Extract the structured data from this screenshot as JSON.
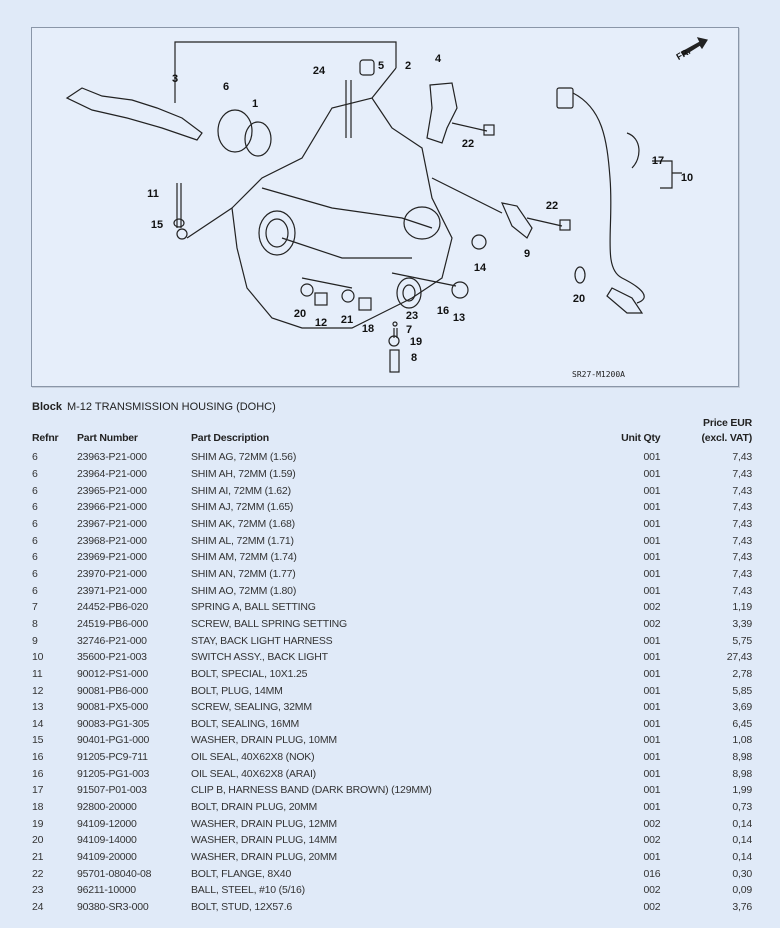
{
  "diagram": {
    "code": "SR27-M1200A",
    "direction_label": "FR.",
    "callouts": [
      "3",
      "6",
      "1",
      "24",
      "5",
      "2",
      "4",
      "22",
      "17",
      "10",
      "11",
      "15",
      "22",
      "9",
      "14",
      "20",
      "20",
      "12",
      "21",
      "18",
      "23",
      "16",
      "13",
      "7",
      "19",
      "8"
    ]
  },
  "block": {
    "label": "Block",
    "title": "M-12 TRANSMISSION HOUSING (DOHC)"
  },
  "table": {
    "headers": {
      "refnr": "Refnr",
      "part_number": "Part Number",
      "description": "Part Description",
      "unit_qty": "Unit Qty",
      "price_line1": "Price EUR",
      "price_line2": "(excl. VAT)"
    },
    "rows": [
      [
        "6",
        "23963-P21-000",
        "SHIM AG, 72MM (1.56)",
        "001",
        "7,43"
      ],
      [
        "6",
        "23964-P21-000",
        "SHIM AH, 72MM (1.59)",
        "001",
        "7,43"
      ],
      [
        "6",
        "23965-P21-000",
        "SHIM AI, 72MM (1.62)",
        "001",
        "7,43"
      ],
      [
        "6",
        "23966-P21-000",
        "SHIM AJ, 72MM (1.65)",
        "001",
        "7,43"
      ],
      [
        "6",
        "23967-P21-000",
        "SHIM AK, 72MM (1.68)",
        "001",
        "7,43"
      ],
      [
        "6",
        "23968-P21-000",
        "SHIM AL, 72MM (1.71)",
        "001",
        "7,43"
      ],
      [
        "6",
        "23969-P21-000",
        "SHIM AM, 72MM (1.74)",
        "001",
        "7,43"
      ],
      [
        "6",
        "23970-P21-000",
        "SHIM AN, 72MM (1.77)",
        "001",
        "7,43"
      ],
      [
        "6",
        "23971-P21-000",
        "SHIM AO, 72MM (1.80)",
        "001",
        "7,43"
      ],
      [
        "7",
        "24452-PB6-020",
        "SPRING A, BALL SETTING",
        "002",
        "1,19"
      ],
      [
        "8",
        "24519-PB6-000",
        "SCREW, BALL SPRING SETTING",
        "002",
        "3,39"
      ],
      [
        "9",
        "32746-P21-000",
        "STAY, BACK LIGHT HARNESS",
        "001",
        "5,75"
      ],
      [
        "10",
        "35600-P21-003",
        "SWITCH ASSY., BACK LIGHT",
        "001",
        "27,43"
      ],
      [
        "11",
        "90012-PS1-000",
        "BOLT, SPECIAL, 10X1.25",
        "001",
        "2,78"
      ],
      [
        "12",
        "90081-PB6-000",
        "BOLT, PLUG, 14MM",
        "001",
        "5,85"
      ],
      [
        "13",
        "90081-PX5-000",
        "SCREW, SEALING, 32MM",
        "001",
        "3,69"
      ],
      [
        "14",
        "90083-PG1-305",
        "BOLT, SEALING, 16MM",
        "001",
        "6,45"
      ],
      [
        "15",
        "90401-PG1-000",
        "WASHER, DRAIN PLUG, 10MM",
        "001",
        "1,08"
      ],
      [
        "16",
        "91205-PC9-711",
        "OIL SEAL, 40X62X8 (NOK)",
        "001",
        "8,98"
      ],
      [
        "16",
        "91205-PG1-003",
        "OIL SEAL, 40X62X8 (ARAI)",
        "001",
        "8,98"
      ],
      [
        "17",
        "91507-P01-003",
        "CLIP B, HARNESS BAND (DARK BROWN) (129MM)",
        "001",
        "1,99"
      ],
      [
        "18",
        "92800-20000",
        "BOLT, DRAIN PLUG, 20MM",
        "001",
        "0,73"
      ],
      [
        "19",
        "94109-12000",
        "WASHER, DRAIN PLUG, 12MM",
        "002",
        "0,14"
      ],
      [
        "20",
        "94109-14000",
        "WASHER, DRAIN PLUG, 14MM",
        "002",
        "0,14"
      ],
      [
        "21",
        "94109-20000",
        "WASHER, DRAIN PLUG, 20MM",
        "001",
        "0,14"
      ],
      [
        "22",
        "95701-08040-08",
        "BOLT, FLANGE, 8X40",
        "016",
        "0,30"
      ],
      [
        "23",
        "96211-10000",
        "BALL, STEEL, #10 (5/16)",
        "002",
        "0,09"
      ],
      [
        "24",
        "90380-SR3-000",
        "BOLT, STUD, 12X57.6",
        "002",
        "3,76"
      ]
    ]
  }
}
